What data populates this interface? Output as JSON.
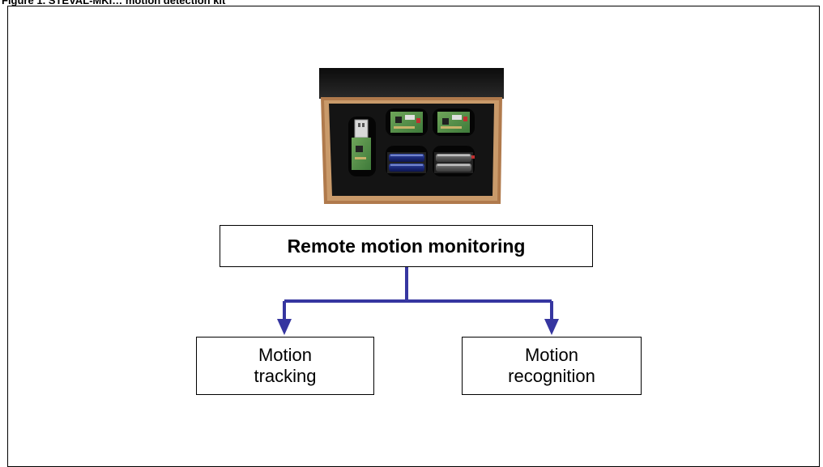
{
  "figure": {
    "caption": "Figure 1. STEVAL-MKI… motion detection kit",
    "photo_icon": "evaluation-kit-photo"
  },
  "diagram": {
    "root_label": "Remote motion monitoring",
    "children": [
      {
        "line1": "Motion",
        "line2": "tracking"
      },
      {
        "line1": "Motion",
        "line2": "recognition"
      }
    ],
    "colors": {
      "connector": "#3636a0",
      "box_border": "#000000"
    }
  }
}
